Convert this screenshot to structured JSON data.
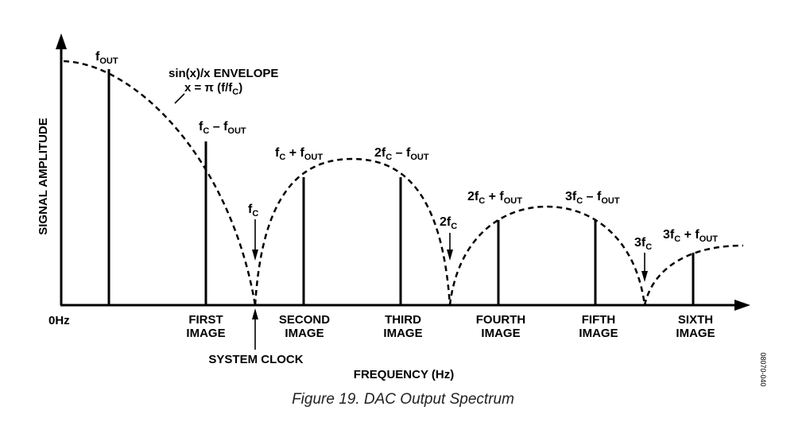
{
  "diagram": {
    "y_axis_label": "SIGNAL AMPLITUDE",
    "x_axis_label": "FREQUENCY (Hz)",
    "origin_label": "0Hz",
    "envelope_label_line1": "sin(x)/x ENVELOPE",
    "envelope_label_line2_pre": "x = π (f/f",
    "envelope_label_line2_sub": "C",
    "envelope_label_line2_post": ")",
    "system_clock_label": "SYSTEM CLOCK",
    "images": [
      {
        "line1": "FIRST",
        "line2": "IMAGE"
      },
      {
        "line1": "SECOND",
        "line2": "IMAGE"
      },
      {
        "line1": "THIRD",
        "line2": "IMAGE"
      },
      {
        "line1": "FOURTH",
        "line2": "IMAGE"
      },
      {
        "line1": "FIFTH",
        "line2": "IMAGE"
      },
      {
        "line1": "SIXTH",
        "line2": "IMAGE"
      }
    ],
    "spike_labels": [
      {
        "pre": "f",
        "sub": "OUT",
        "mid": "",
        "sub2": "",
        "post": ""
      },
      {
        "pre": "f",
        "sub": "C",
        "mid": " – f",
        "sub2": "OUT",
        "post": ""
      },
      {
        "pre": "f",
        "sub": "C",
        "mid": " + f",
        "sub2": "OUT",
        "post": ""
      },
      {
        "pre": "2f",
        "sub": "C",
        "mid": " – f",
        "sub2": "OUT",
        "post": ""
      },
      {
        "pre": "2f",
        "sub": "C",
        "mid": " + f",
        "sub2": "OUT",
        "post": ""
      },
      {
        "pre": "3f",
        "sub": "C",
        "mid": " – f",
        "sub2": "OUT",
        "post": ""
      },
      {
        "pre": "3f",
        "sub": "C",
        "mid": " + f",
        "sub2": "OUT",
        "post": ""
      }
    ],
    "null_labels": [
      {
        "pre": "f",
        "sub": "C"
      },
      {
        "pre": "2f",
        "sub": "C"
      },
      {
        "pre": "3f",
        "sub": "C"
      }
    ],
    "figure_code": "08070-040"
  },
  "caption": "Figure 19. DAC Output Spectrum"
}
